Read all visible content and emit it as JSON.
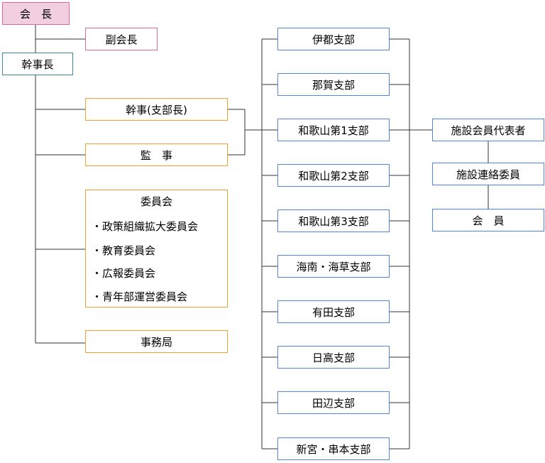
{
  "leadership": {
    "president": "会　長",
    "vice_president": "副会長",
    "secretary_general": "幹事長"
  },
  "staff": {
    "secretary": "幹事(支部長)",
    "auditor": "監　事",
    "office": "事務局"
  },
  "committee": {
    "title": "委員会",
    "items": [
      "・政策組織拡大委員会",
      "・教育委員会",
      "・広報委員会",
      "・青年部運営委員会"
    ]
  },
  "branches": [
    "伊都支部",
    "那賀支部",
    "和歌山第1支部",
    "和歌山第2支部",
    "和歌山第3支部",
    "海南・海草支部",
    "有田支部",
    "日高支部",
    "田辺支部",
    "新宮・串本支部"
  ],
  "facility": {
    "representative": "施設会員代表者",
    "liaison": "施設連絡委員",
    "member": "会　員"
  },
  "colors": {
    "president_fill": "#f2cfe0",
    "pink_border": "#e0689e",
    "teal_border": "#3b8a96",
    "orange_border": "#f0a030",
    "blue_border": "#4f86e0"
  }
}
